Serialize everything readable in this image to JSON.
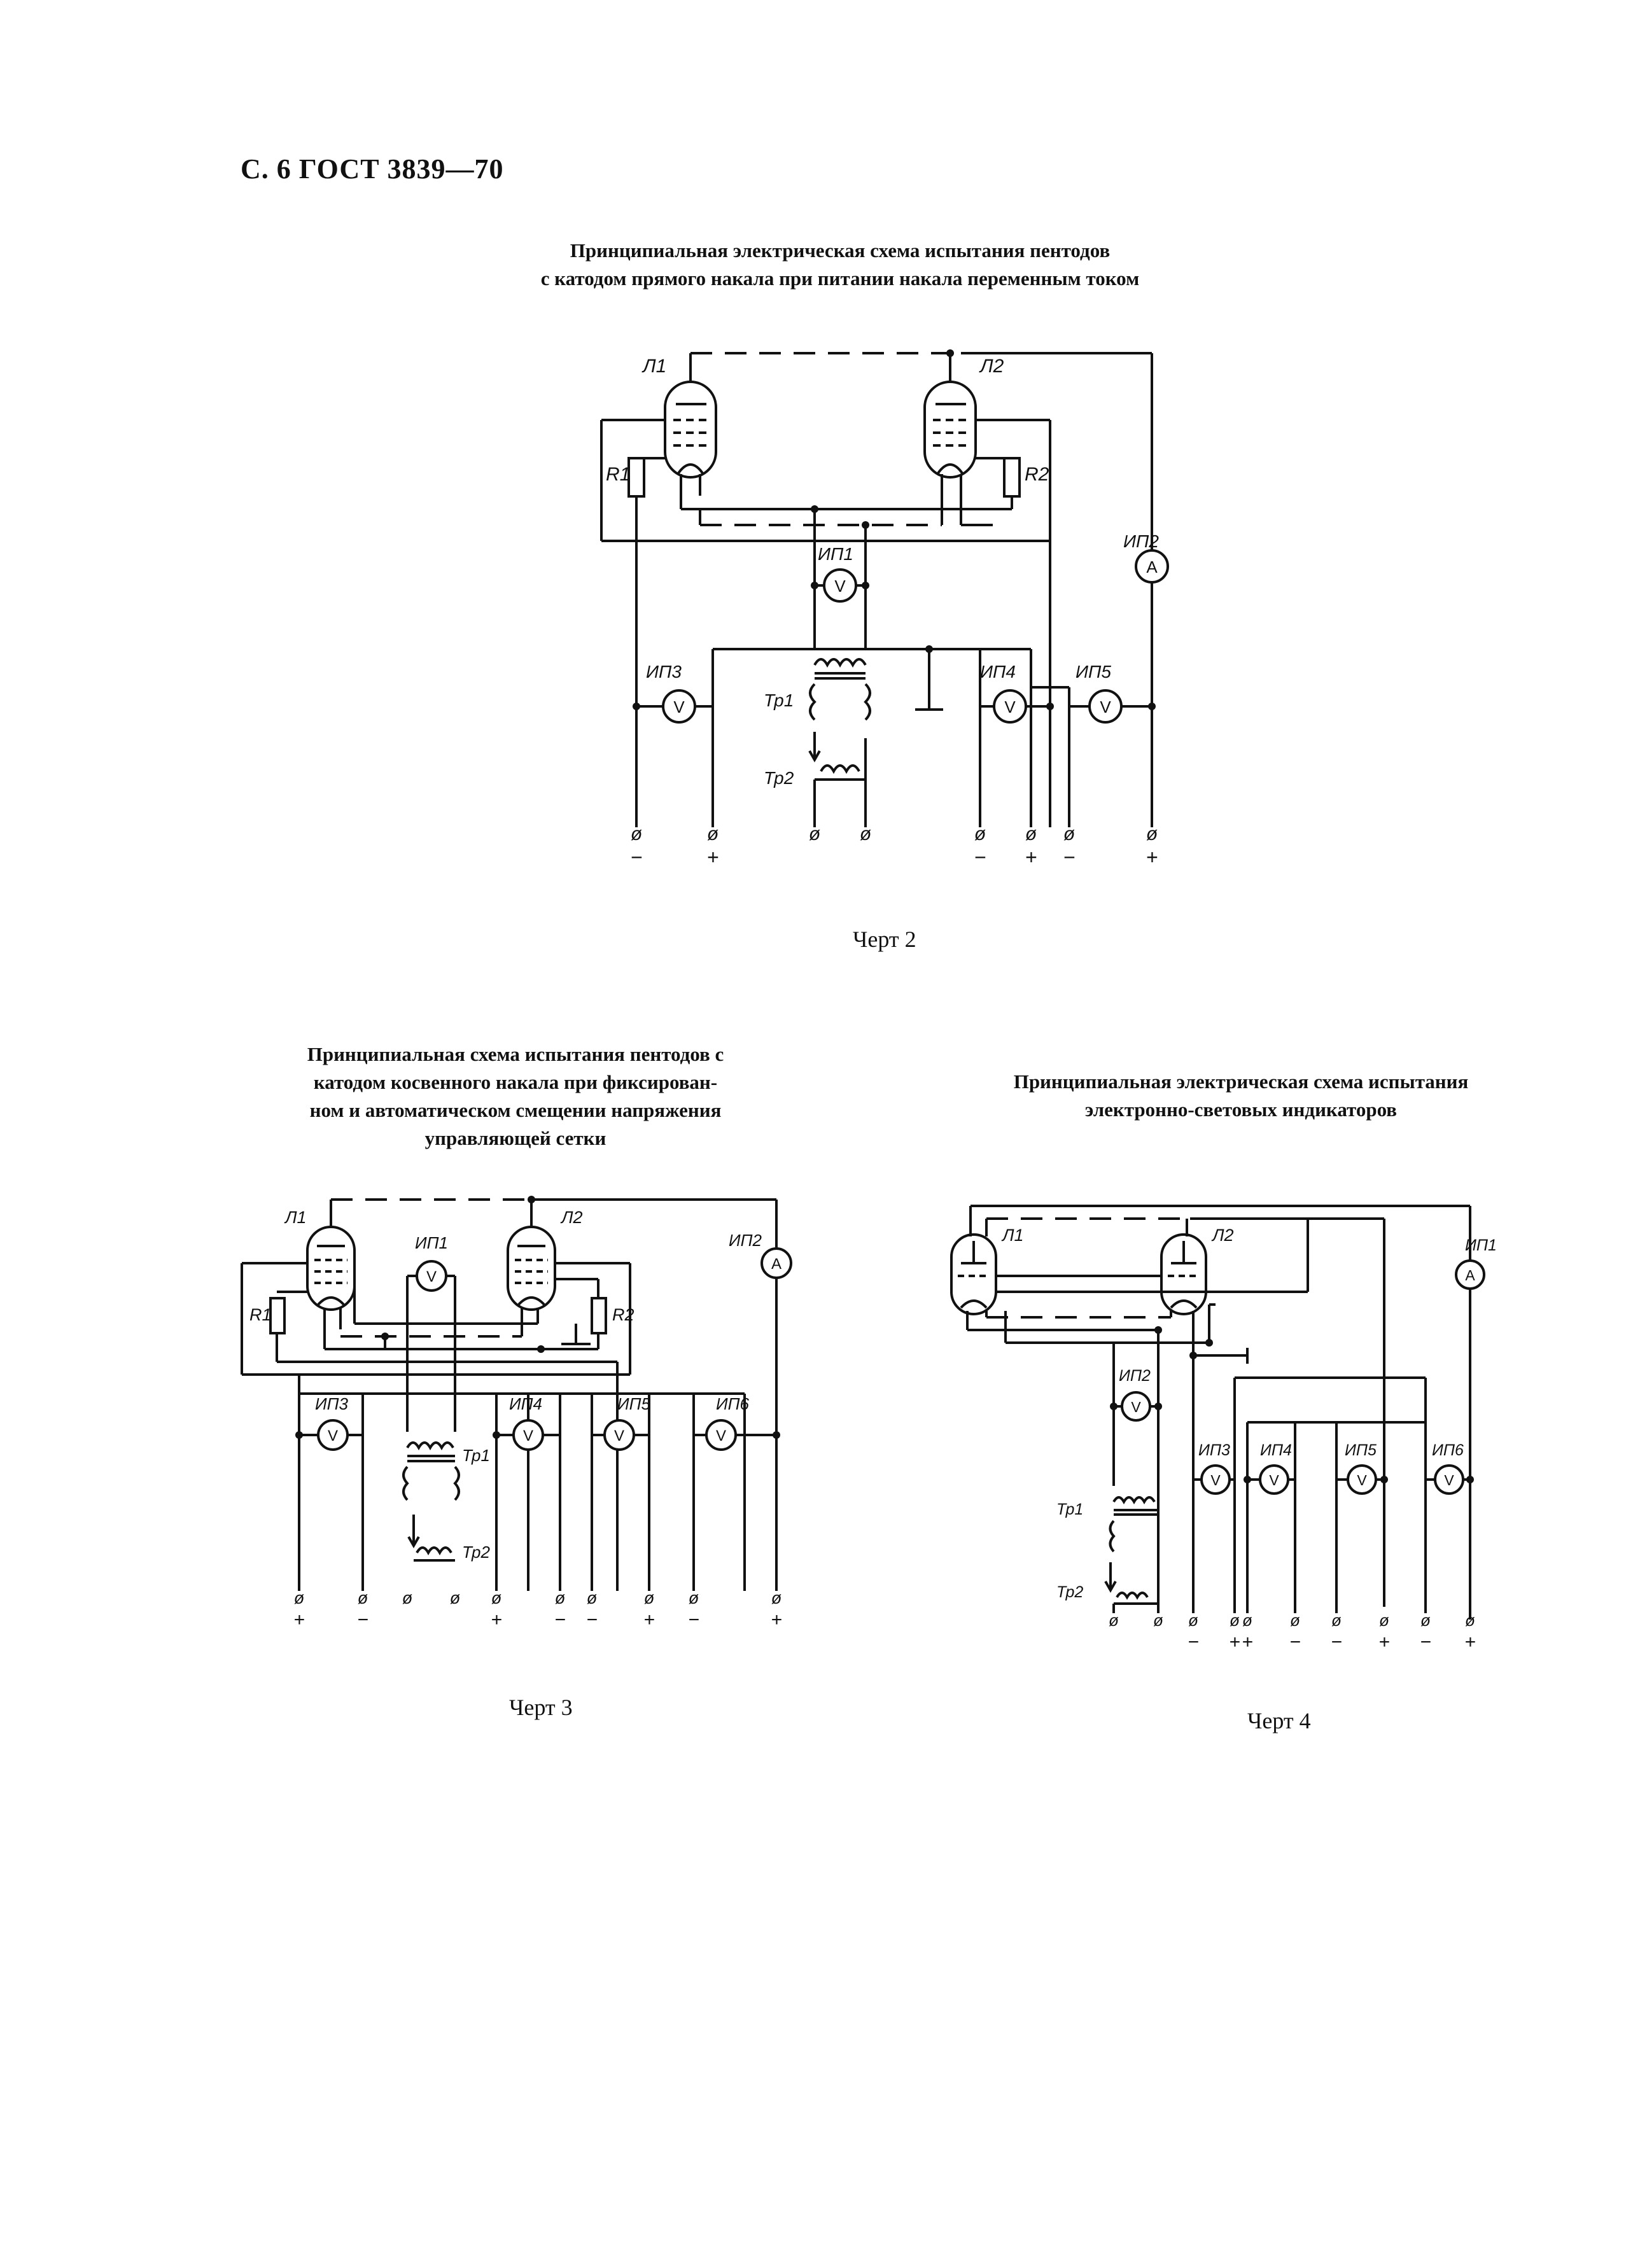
{
  "header": "С. 6 ГОСТ 3839—70",
  "figures": [
    {
      "title_lines": [
        "Принципиальная электрическая схема испытания пентодов",
        "с катодом прямого накала при питании накала переменным током"
      ],
      "caption": "Черт 2",
      "labels": {
        "l1": "Л1",
        "l2": "Л2",
        "r1": "R1",
        "r2": "R2",
        "ip1": "ИП1",
        "ip2": "ИП2",
        "ip3": "ИП3",
        "ip4": "ИП4",
        "ip5": "ИП5",
        "tr1": "Тр1",
        "tr2": "Тр2"
      },
      "meters": {
        "ip1": "V",
        "ip2": "A",
        "ip3": "V",
        "ip4": "V",
        "ip5": "V"
      },
      "terminal_symbol": "ø",
      "polarity": [
        "−",
        "+",
        "",
        "",
        "−",
        "+",
        "−",
        "+"
      ]
    },
    {
      "title_lines": [
        "Принципиальная схема испытания пентодов с",
        "катодом косвенного накала при фиксирован-",
        "ном и автоматическом смещении напряжения",
        "управляющей сетки"
      ],
      "caption": "Черт 3",
      "labels": {
        "l1": "Л1",
        "l2": "Л2",
        "r1": "R1",
        "r2": "R2",
        "ip1": "ИП1",
        "ip2": "ИП2",
        "ip3": "ИП3",
        "ip4": "ИП4",
        "ip5": "ИП5",
        "ip6": "ИП6",
        "tr1": "Тр1",
        "tr2": "Тр2"
      },
      "meters": {
        "ip1": "V",
        "ip2": "A",
        "ip3": "V",
        "ip4": "V",
        "ip5": "V",
        "ip6": "V"
      },
      "terminal_symbol": "ø",
      "polarity": [
        "+",
        "−",
        "",
        "",
        "+",
        "−",
        "−",
        "+",
        "−",
        "+"
      ]
    },
    {
      "title_lines": [
        "Принципиальная электрическая схема испытания",
        "электронно-световых индикаторов"
      ],
      "caption": "Черт 4",
      "labels": {
        "l1": "Л1",
        "l2": "Л2",
        "ip1": "ИП1",
        "ip2": "ИП2",
        "ip3": "ИП3",
        "ip4": "ИП4",
        "ip5": "ИП5",
        "ip6": "ИП6",
        "tr1": "Тр1",
        "tr2": "Тр2"
      },
      "meters": {
        "ip1": "A",
        "ip2": "V",
        "ip3": "V",
        "ip4": "V",
        "ip5": "V",
        "ip6": "V"
      },
      "terminal_symbol": "ø",
      "polarity": [
        "",
        "",
        "−",
        "+",
        "+",
        "−",
        "−",
        "+",
        "−",
        "+"
      ]
    }
  ]
}
